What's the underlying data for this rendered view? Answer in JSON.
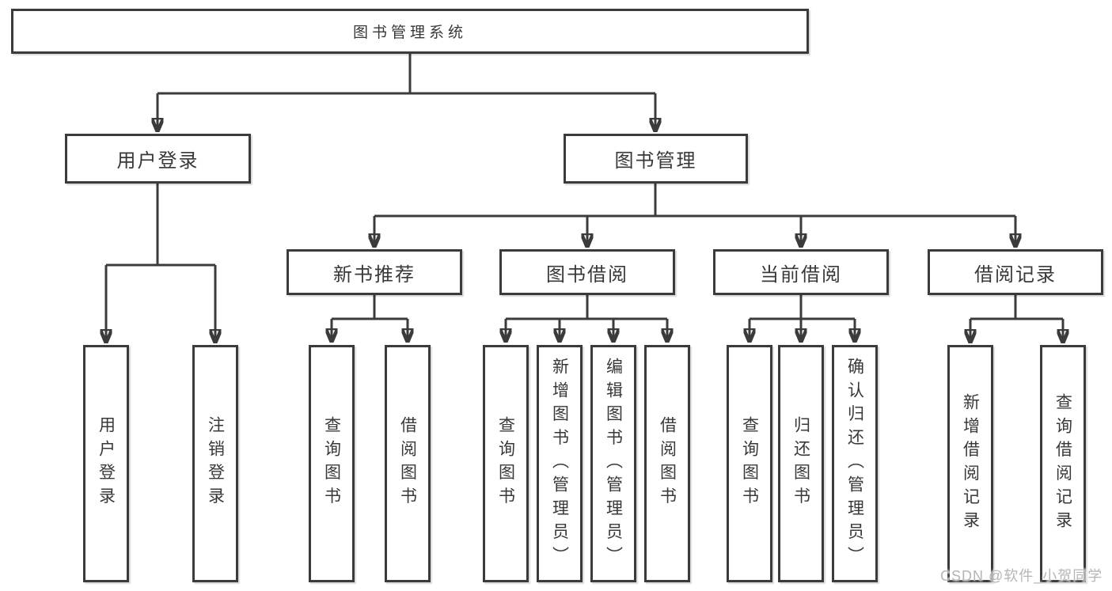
{
  "diagram": {
    "tree": {
      "label": "图书管理系统",
      "children": [
        {
          "label": "用户登录",
          "children": [
            {
              "label": "用户登录"
            },
            {
              "label": "注销登录"
            }
          ]
        },
        {
          "label": "图书管理",
          "children": [
            {
              "label": "新书推荐",
              "children": [
                {
                  "label": "查询图书"
                },
                {
                  "label": "借阅图书"
                }
              ]
            },
            {
              "label": "图书借阅",
              "children": [
                {
                  "label": "查询图书"
                },
                {
                  "label": "新增图书（管理员）"
                },
                {
                  "label": "编辑图书（管理员）"
                },
                {
                  "label": "借阅图书"
                }
              ]
            },
            {
              "label": "当前借阅",
              "children": [
                {
                  "label": "查询图书"
                },
                {
                  "label": "归还图书"
                },
                {
                  "label": "确认归还（管理员）"
                }
              ]
            },
            {
              "label": "借阅记录",
              "children": [
                {
                  "label": "新增借阅记录"
                },
                {
                  "label": "查询借阅记录"
                }
              ]
            }
          ]
        }
      ]
    },
    "colors": {
      "line": "#3b3b3b",
      "box_border": "#3b3b3b",
      "text": "#383838",
      "background": "#ffffff",
      "watermark": "#b5b5b5"
    }
  },
  "watermark": {
    "text": "CSDN @软件_小贺同学"
  }
}
